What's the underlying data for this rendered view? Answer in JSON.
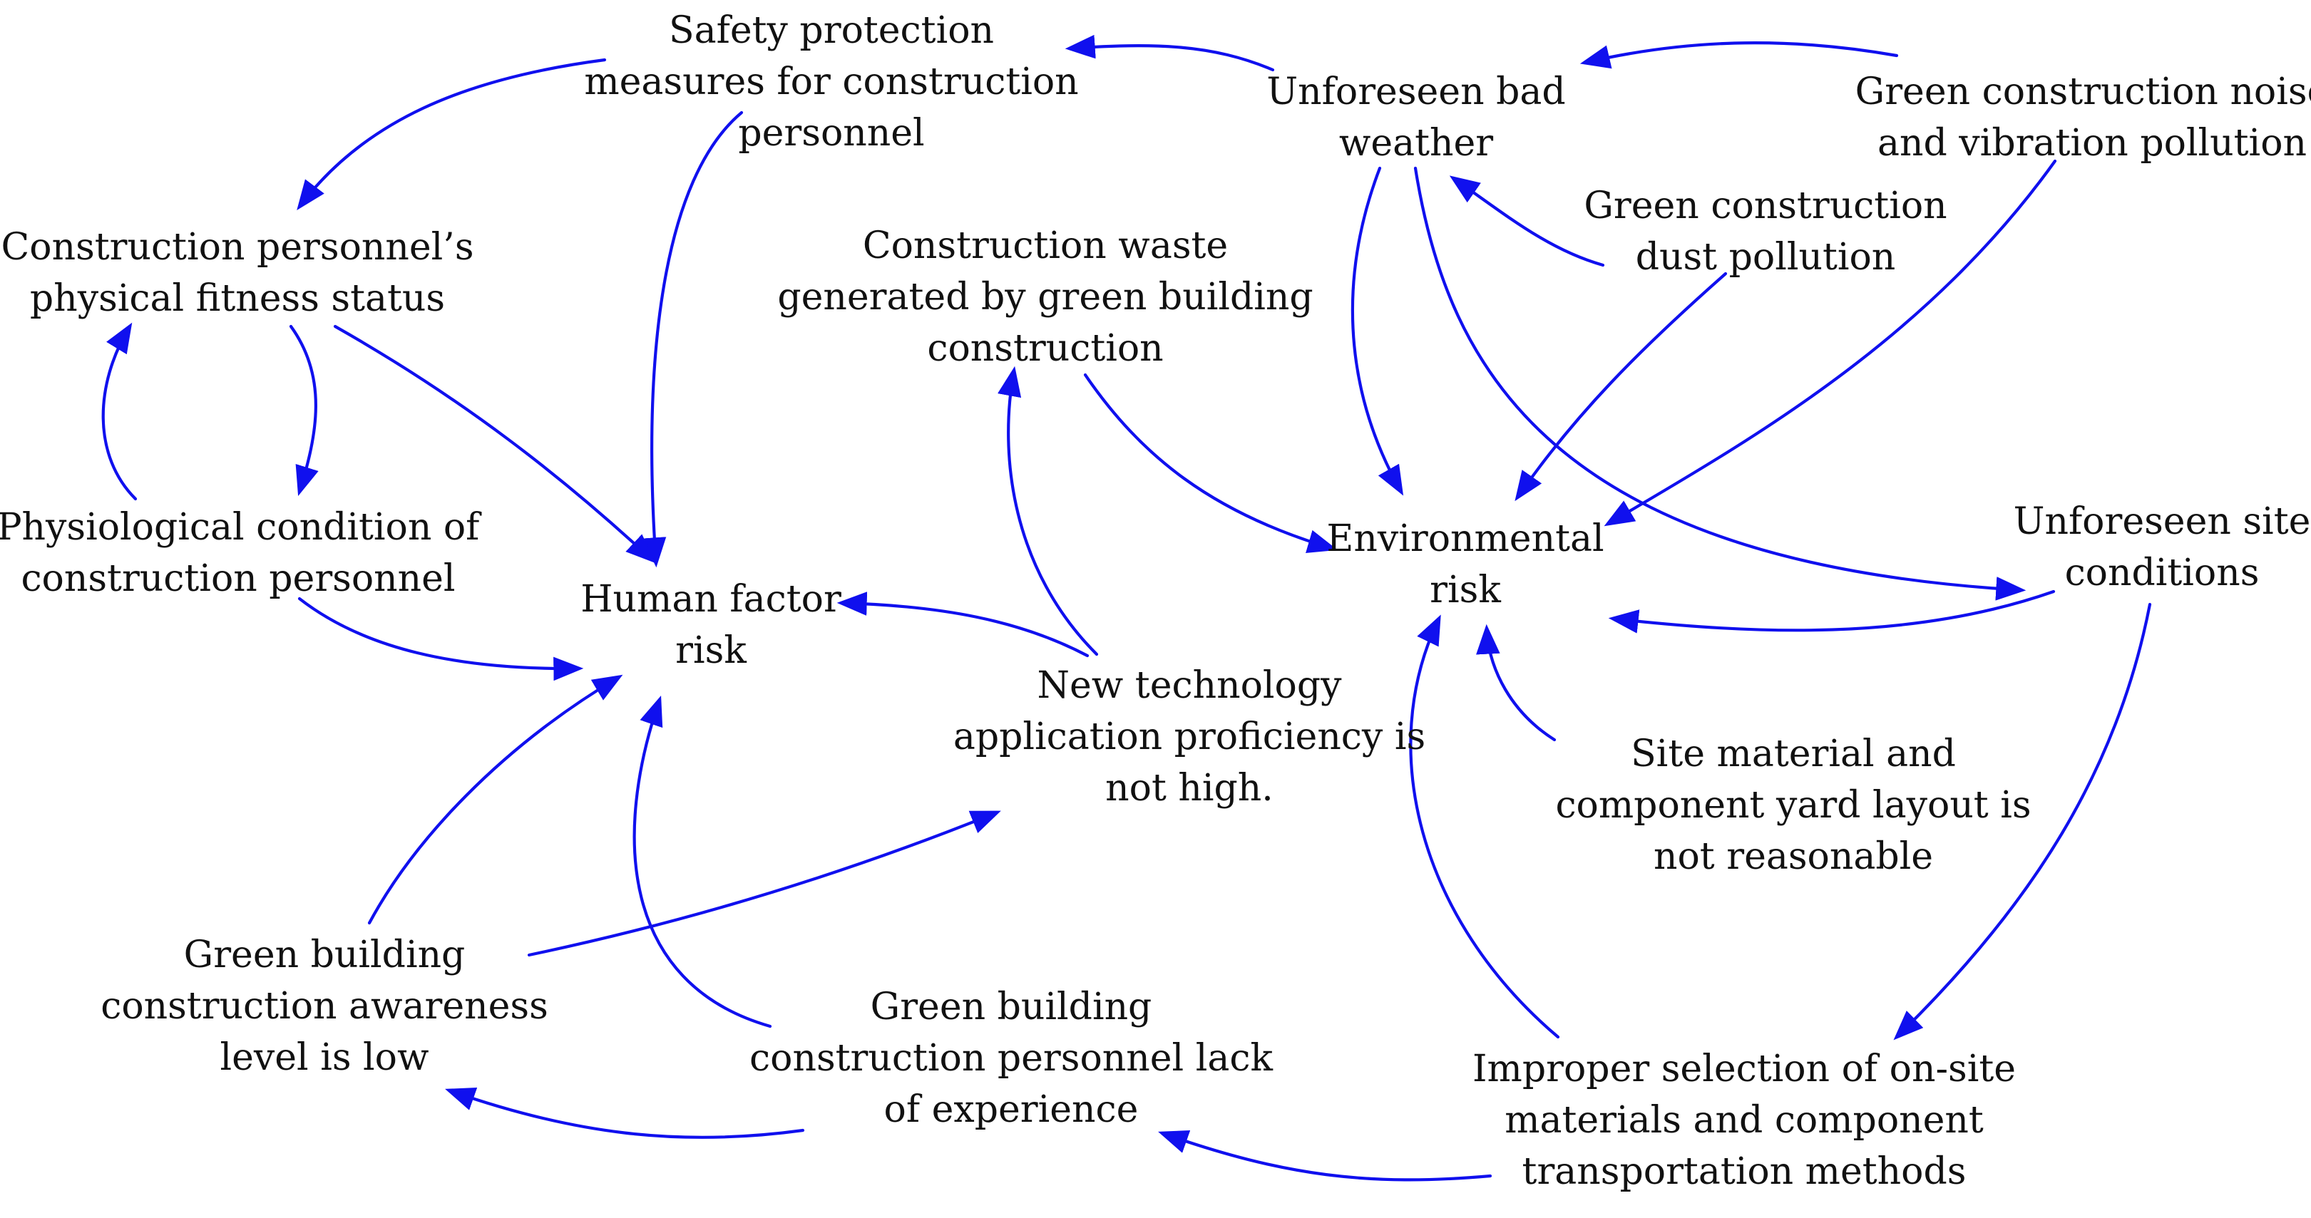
{
  "diagram": {
    "nodes": {
      "safety_protection": {
        "lines": [
          "Safety protection",
          "measures for construction",
          "personnel"
        ]
      },
      "unforeseen_weather": {
        "lines": [
          "Unforeseen bad",
          "weather"
        ]
      },
      "noise_vibration": {
        "lines": [
          "Green construction noise",
          "and vibration pollution"
        ]
      },
      "physical_fitness": {
        "lines": [
          "Construction personnel’s",
          "physical fitness status"
        ]
      },
      "construction_waste": {
        "lines": [
          "Construction waste",
          "generated by green building",
          "construction"
        ]
      },
      "dust_pollution": {
        "lines": [
          "Green construction",
          "dust pollution"
        ]
      },
      "physiological_condition": {
        "lines": [
          "Physiological condition of",
          "construction personnel"
        ]
      },
      "environmental_risk": {
        "lines": [
          "Environmental",
          "risk"
        ]
      },
      "unforeseen_site": {
        "lines": [
          "Unforeseen site",
          "conditions"
        ]
      },
      "human_factor_risk": {
        "lines": [
          "Human factor",
          "risk"
        ]
      },
      "new_technology": {
        "lines": [
          "New technology",
          "application proficiency is",
          "not high."
        ]
      },
      "yard_layout": {
        "lines": [
          "Site material and",
          "component yard layout is",
          "not reasonable"
        ]
      },
      "awareness_low": {
        "lines": [
          "Green building",
          "construction awareness",
          "level is low"
        ]
      },
      "lack_experience": {
        "lines": [
          "Green building",
          "construction personnel lack",
          "of experience"
        ]
      },
      "improper_selection": {
        "lines": [
          "Improper selection of on-site",
          "materials and component",
          "transportation methods"
        ]
      }
    },
    "edges": [
      {
        "from": "unforeseen_weather",
        "to": "safety_protection"
      },
      {
        "from": "noise_vibration",
        "to": "unforeseen_weather"
      },
      {
        "from": "safety_protection",
        "to": "physical_fitness"
      },
      {
        "from": "safety_protection",
        "to": "human_factor_risk"
      },
      {
        "from": "dust_pollution",
        "to": "unforeseen_weather"
      },
      {
        "from": "unforeseen_weather",
        "to": "environmental_risk"
      },
      {
        "from": "unforeseen_weather",
        "to": "unforeseen_site"
      },
      {
        "from": "noise_vibration",
        "to": "environmental_risk"
      },
      {
        "from": "dust_pollution",
        "to": "environmental_risk"
      },
      {
        "from": "physical_fitness",
        "to": "physiological_condition"
      },
      {
        "from": "physiological_condition",
        "to": "physical_fitness"
      },
      {
        "from": "physical_fitness",
        "to": "human_factor_risk"
      },
      {
        "from": "physiological_condition",
        "to": "human_factor_risk"
      },
      {
        "from": "construction_waste",
        "to": "environmental_risk"
      },
      {
        "from": "new_technology",
        "to": "construction_waste"
      },
      {
        "from": "new_technology",
        "to": "human_factor_risk"
      },
      {
        "from": "unforeseen_site",
        "to": "environmental_risk"
      },
      {
        "from": "unforeseen_site",
        "to": "improper_selection"
      },
      {
        "from": "yard_layout",
        "to": "environmental_risk"
      },
      {
        "from": "improper_selection",
        "to": "environmental_risk"
      },
      {
        "from": "awareness_low",
        "to": "human_factor_risk"
      },
      {
        "from": "awareness_low",
        "to": "new_technology"
      },
      {
        "from": "lack_experience",
        "to": "human_factor_risk"
      },
      {
        "from": "lack_experience",
        "to": "awareness_low"
      },
      {
        "from": "improper_selection",
        "to": "lack_experience"
      }
    ],
    "edge_color": "#1010ee"
  }
}
